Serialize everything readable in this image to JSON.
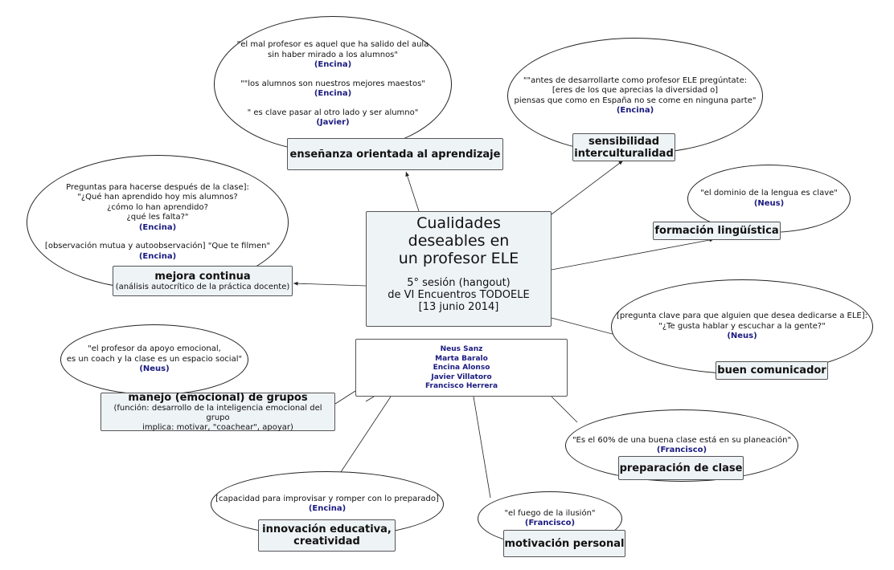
{
  "center": {
    "title": [
      "Cualidades",
      "deseables en",
      "un profesor ELE"
    ],
    "session": [
      "5° sesión (hangout)",
      "de VI Encuentros TODOELE",
      "[13 junio 2014]"
    ]
  },
  "team": [
    "Neus Sanz",
    "Marta Baralo",
    "Encina Alonso",
    "Javier Villatoro",
    "Francisco Herrera"
  ],
  "topics": {
    "ensenanza": {
      "title": "enseñanza orientada al aprendizaje"
    },
    "sensibilidad": {
      "title": [
        "sensibilidad",
        "interculturalidad"
      ]
    },
    "formacion": {
      "title": "formación lingüística"
    },
    "mejora": {
      "title": "mejora continua",
      "subtitle": "(análisis autocrítico de la práctica docente)"
    },
    "comunicador": {
      "title": "buen comunicador"
    },
    "manejo": {
      "title": "manejo (emocional) de grupos",
      "subtitle": [
        "(función: desarrollo de la inteligencia emocional del grupo",
        "implica: motivar, \"coachear\", apoyar)"
      ]
    },
    "preparacion": {
      "title": "preparación de clase"
    },
    "innovacion": {
      "title": [
        "innovación educativa,",
        "creatividad"
      ]
    },
    "motivacion": {
      "title": "motivación personal"
    }
  },
  "quotes": {
    "ensenanza": [
      {
        "text": [
          "\"el mal profesor es aquel que ha salido del aula",
          "sin haber mirado a los alumnos\""
        ],
        "author": "(Encina)"
      },
      {
        "text": [
          "\"\"los alumnos son nuestros mejores maestos\""
        ],
        "author": "(Encina)"
      },
      {
        "text": [
          "\" es clave pasar al otro lado y ser alumno\""
        ],
        "author": "(Javier)"
      }
    ],
    "sensibilidad": [
      {
        "text": [
          "\"\"antes de desarrollarte como profesor ELE pregúntate:",
          "[eres de los que aprecias la diversidad o]",
          "piensas que como en España no se come en ninguna parte\""
        ],
        "author": "(Encina)"
      }
    ],
    "formacion": [
      {
        "text": [
          "\"el dominio de la lengua es clave\""
        ],
        "author": "(Neus)"
      }
    ],
    "mejora": [
      {
        "text": [
          "Preguntas para hacerse después de la clase]:",
          "\"¿Qué han aprendido hoy mis alumnos?",
          "¿cómo lo han aprendido?",
          "¿qué les falta?\""
        ],
        "author": "(Encina)"
      },
      {
        "text": [
          "[observación mutua y autoobservación] \"Que te filmen\""
        ],
        "author": "(Encina)"
      }
    ],
    "comunicador": [
      {
        "text": [
          "[pregunta clave para que alguien que desea dedicarse a ELE]:",
          "\"¿Te gusta hablar y escuchar a la gente?\""
        ],
        "author": "(Neus)"
      }
    ],
    "manejo": [
      {
        "text": [
          "\"el profesor da apoyo emocional,",
          "es un coach y la clase es un espacio social\""
        ],
        "author": "(Neus)"
      }
    ],
    "preparacion": [
      {
        "text": [
          "\"Es el 60% de una buena clase está en su planeación\""
        ],
        "author": "(Francisco)"
      }
    ],
    "innovacion": [
      {
        "text": [
          "[capacidad para improvisar y romper con lo preparado]"
        ],
        "author": "(Encina)"
      }
    ],
    "motivacion": [
      {
        "text": [
          "\"el fuego de la ilusión\""
        ],
        "author": "(Francisco)"
      }
    ]
  },
  "colors": {
    "node_fill": "#eef3f5",
    "author": "#1a1a80",
    "line": "#222222"
  }
}
